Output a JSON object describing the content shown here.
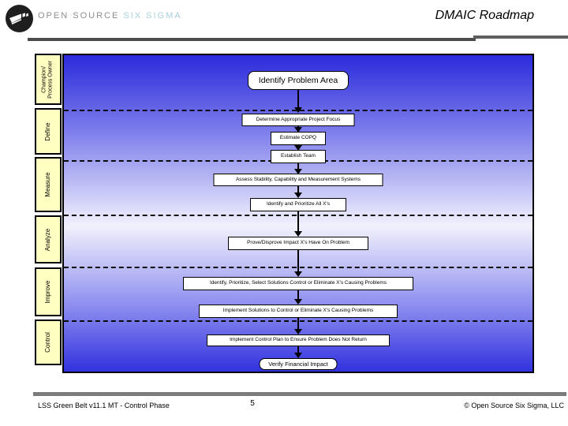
{
  "header": {
    "brand_open_source": "OPEN SOURCE",
    "brand_six_sigma": "SIX SIGMA",
    "title": "DMAIC Roadmap"
  },
  "diagram": {
    "phases": [
      {
        "line1": "Champion/",
        "line2": "Process Owner"
      },
      {
        "line1": "Define"
      },
      {
        "line1": "Measure"
      },
      {
        "line1": "Analyze"
      },
      {
        "line1": "Improve"
      },
      {
        "line1": "Control"
      }
    ],
    "boxes": [
      {
        "label": "Identify Problem Area"
      },
      {
        "label": "Determine Appropriate Project Focus"
      },
      {
        "label": "Estimate COPQ"
      },
      {
        "label": "Establish Team"
      },
      {
        "label": "Assess Stability, Capability and Measurement Systems"
      },
      {
        "label": "Identify and Prioritize All X's"
      },
      {
        "label": "Prove/Disprove Impact X's Have On Problem"
      },
      {
        "label": "Identify, Prioritize, Select Solutions Control or Eliminate X's Causing Problems"
      },
      {
        "label": "Implement Solutions to Control or Eliminate X's Causing Problems"
      },
      {
        "label": "Implement Control Plan to Ensure Problem Does Not Return"
      },
      {
        "label": "Verify Financial Impact"
      }
    ],
    "colors": {
      "phase_bg": "#FFFFC2",
      "flow_gradient_top": "#2B2BDC",
      "flow_gradient_mid": "#F1F1FD",
      "flow_gradient_bottom": "#3232DF",
      "step_bg": "#FFFFFF",
      "brand_gray": "#8E8E8E",
      "brand_blue": "#A6D2DE"
    }
  },
  "footer": {
    "left": "LSS Green Belt v11.1 MT - Control Phase",
    "page": "5",
    "right": "© Open Source Six Sigma, LLC"
  }
}
